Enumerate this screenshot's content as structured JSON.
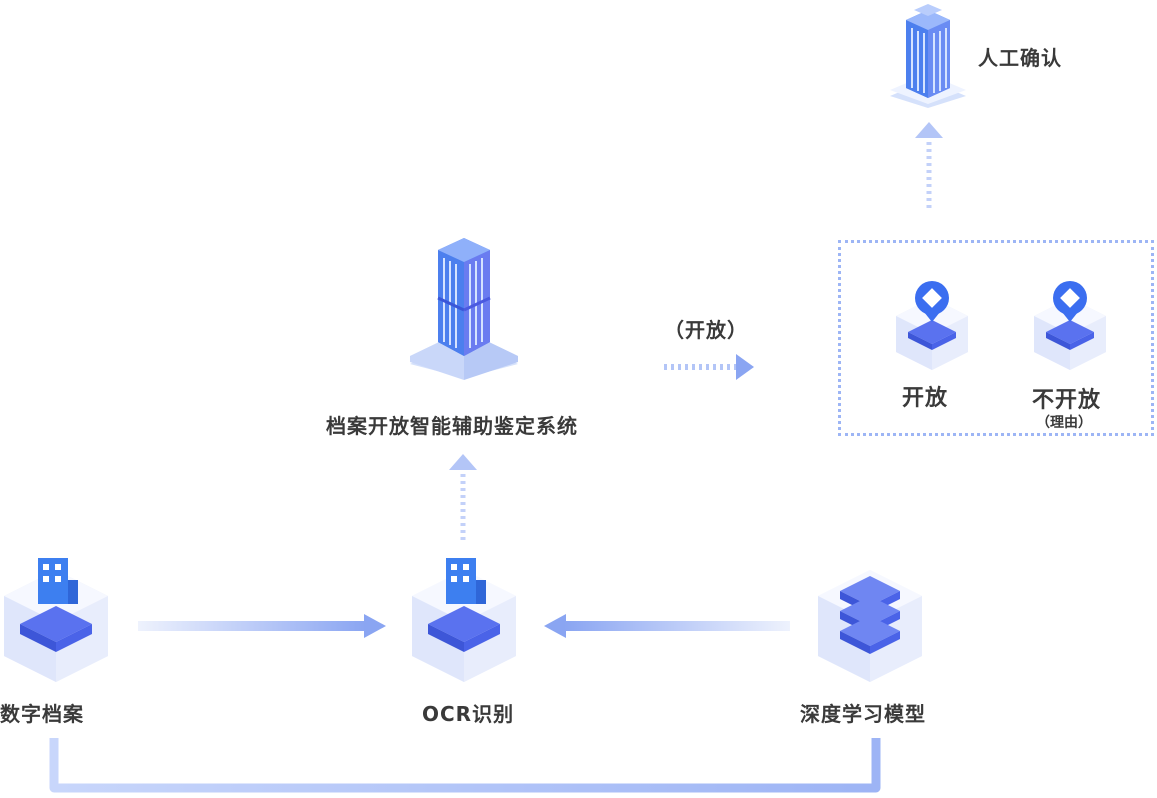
{
  "nodes": {
    "digital_archive": "数字档案",
    "ocr": "OCR识别",
    "deep_learning": "深度学习模型",
    "system": "档案开放智能辅助鉴定系统",
    "manual_confirm": "人工确认",
    "open": "开放",
    "not_open": "不开放",
    "reason": "（理由）"
  },
  "edges": {
    "open_arrow_label": "（开放）"
  },
  "colors": {
    "primary": "#4a63e8",
    "light": "#b9c9f7",
    "arrow": "#8aa5f2",
    "cube": "#e6ebfc"
  }
}
